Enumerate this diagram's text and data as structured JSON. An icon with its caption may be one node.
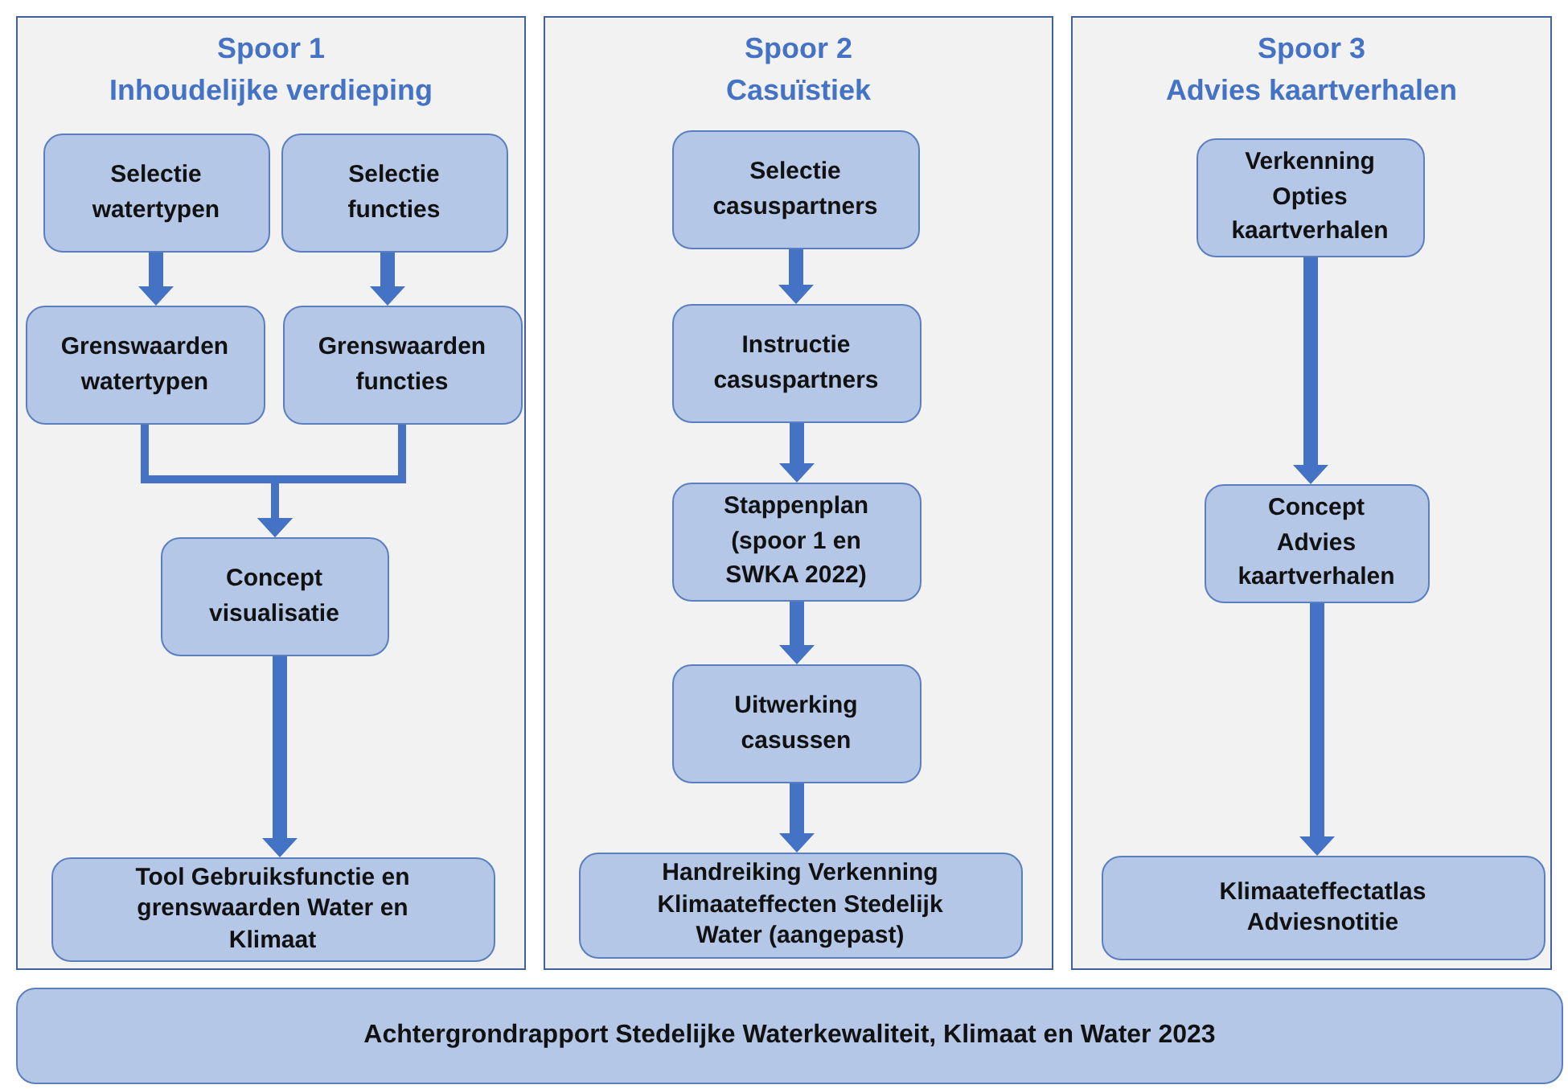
{
  "diagram": {
    "nodes": [
      {
        "text": [
          "Spoor 1",
          "Inhoudelijke verdieping"
        ]
      },
      {
        "text": [
          "Selectie watertypen"
        ],
        "in": 0
      },
      {
        "text": [
          "Selectie functies"
        ],
        "in": 0
      },
      {
        "text": [
          "Grenswaarden watertypen"
        ],
        "in": 0
      },
      {
        "text": [
          "Grenswaarden functies"
        ],
        "in": 0
      },
      {
        "text": [
          "Concept visualisatie"
        ],
        "in": 0
      },
      {
        "text": [
          "Tool Gebruiksfunctie en grenswaarden Water en Klimaat"
        ],
        "in": 0
      },
      {
        "text": [
          "Spoor 2",
          "Casuïstiek"
        ]
      },
      {
        "text": [
          "Selectie casuspartners"
        ],
        "in": 7
      },
      {
        "text": [
          "Instructie casuspartners"
        ],
        "in": 7
      },
      {
        "text": [
          "Stappenplan (spoor 1 en SWKA 2022)"
        ],
        "in": 7
      },
      {
        "text": [
          "Uitwerking casussen"
        ],
        "in": 7
      },
      {
        "text": [
          "Handreiking Verkenning Klimaateffecten Stedelijk Water (aangepast)"
        ],
        "in": 7
      },
      {
        "text": [
          "Spoor 3",
          "Advies kaartverhalen"
        ]
      },
      {
        "text": [
          "Verkenning Opties kaartverhalen"
        ],
        "in": 13
      },
      {
        "text": [
          "Concept Advies kaartverhalen"
        ],
        "in": 13
      },
      {
        "text": [
          "Klimaateffectatlas Adviesnotitie"
        ],
        "in": 13
      },
      {
        "text": [
          "Achtergrondrapport Stedelijke Waterkewaliteit, Klimaat en Water 2023"
        ]
      }
    ],
    "edges": [
      {
        "from": 1,
        "to": 3,
        "arrow": "to"
      },
      {
        "from": 2,
        "to": 4,
        "arrow": "to"
      },
      {
        "from": 3,
        "to": 5,
        "arrow": "to"
      },
      {
        "from": 4,
        "to": 5,
        "arrow": "to"
      },
      {
        "from": 5,
        "to": 6,
        "arrow": "to"
      },
      {
        "from": 8,
        "to": 9,
        "arrow": "to"
      },
      {
        "from": 9,
        "to": 10,
        "arrow": "to"
      },
      {
        "from": 10,
        "to": 11,
        "arrow": "to"
      },
      {
        "from": 11,
        "to": 12,
        "arrow": "to"
      },
      {
        "from": 14,
        "to": 15,
        "arrow": "to"
      },
      {
        "from": 15,
        "to": 16,
        "arrow": "to"
      }
    ]
  }
}
